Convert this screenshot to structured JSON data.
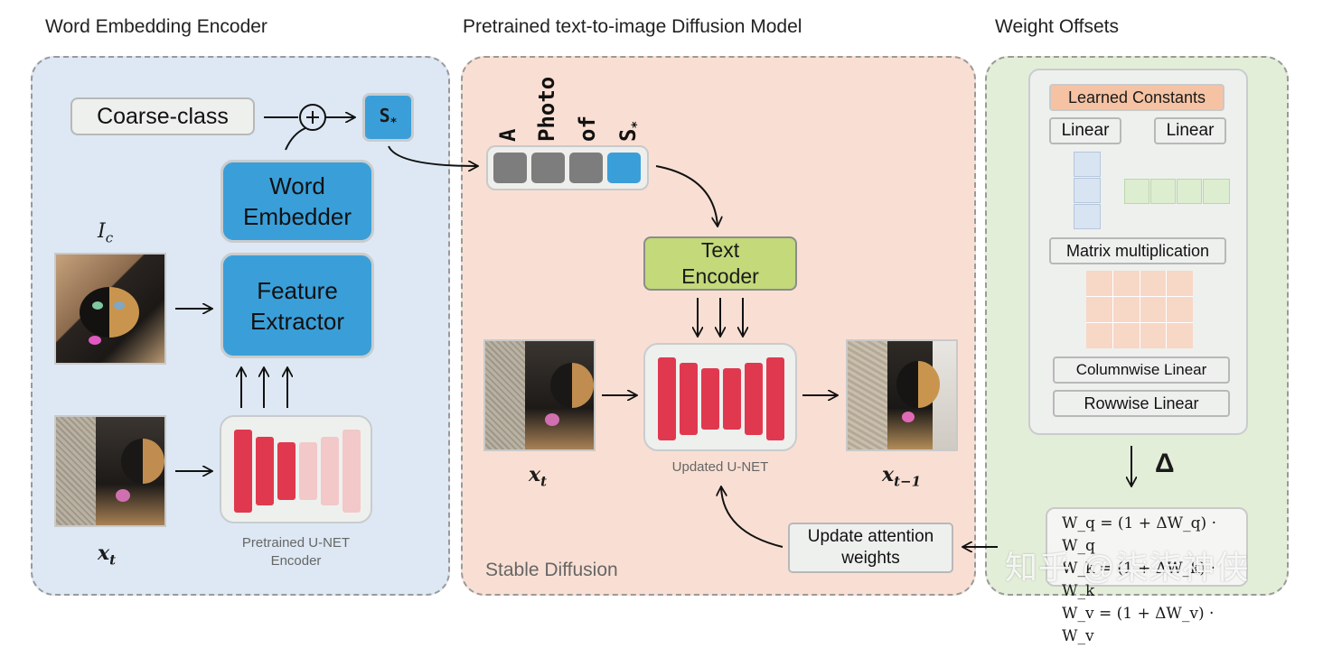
{
  "titles": {
    "encoder": "Word Embedding Encoder",
    "diffusion": "Pretrained text-to-image Diffusion Model",
    "offsets": "Weight Offsets"
  },
  "encoder": {
    "coarse_class": "Coarse-class",
    "s_star": "S*",
    "word_embedder": [
      "Word",
      "Embedder"
    ],
    "feature_extractor": [
      "Feature",
      "Extractor"
    ],
    "ic_label": "I",
    "ic_sub": "c",
    "xt_label": "x",
    "xt_sub": "t",
    "unet_caption": [
      "Pretrained U-NET",
      "Encoder"
    ],
    "unet_bar_colors": [
      "#e0394f",
      "#e0394f",
      "#e0394f",
      "#f2c8c8",
      "#f2c8c8",
      "#f2c8c8"
    ]
  },
  "diffusion": {
    "tokens": [
      "A",
      "Photo",
      "of",
      "S*"
    ],
    "text_encoder": [
      "Text",
      "Encoder"
    ],
    "unet_caption": "Updated U-NET",
    "xt_label": "x",
    "xt_sub": "t",
    "xt1_label": "x",
    "xt1_sub": "t−1",
    "update_attention": [
      "Update attention",
      "weights"
    ],
    "stable_diffusion": "Stable Diffusion"
  },
  "offsets": {
    "learned_constants": "Learned Constants",
    "linear_left": "Linear",
    "linear_right": "Linear",
    "matrix_mult": "Matrix multiplication",
    "columnwise": "Columnwise Linear",
    "rowwise": "Rowwise Linear",
    "delta": "Δ",
    "eq_q": "W_q = (1 + ΔW_q) · W_q",
    "eq_k": "W_k = (1 + ΔW_k) · W_k",
    "eq_v": "W_v = (1 + ΔW_v) · W_v"
  },
  "watermark": "知乎 @柒柒神侠",
  "colors": {
    "encoder_panel": "#dde8f4",
    "diffusion_panel": "#f9dfd3",
    "offsets_panel": "#e3eed9",
    "blue": "#3a9fd9",
    "red_bar": "#e0394f",
    "pale_bar": "#f2c8c8",
    "text_encoder": "#c3d97a",
    "learned_constants": "#f5c3a4",
    "token_grey": "#7d7d7d"
  }
}
